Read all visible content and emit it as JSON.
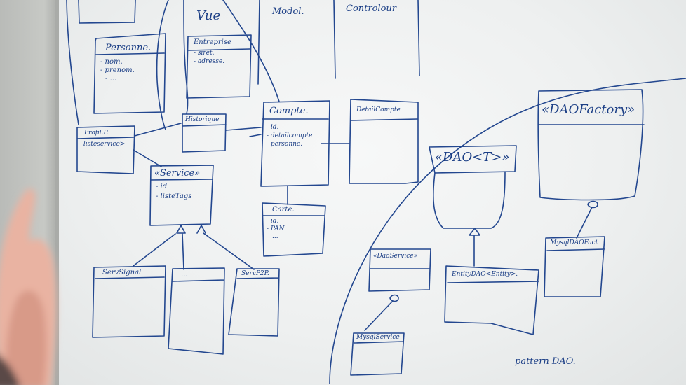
{
  "headings": {
    "vue": "Vue",
    "modele": "Modol.",
    "controleur": "Controlour"
  },
  "classes": {
    "personne": {
      "name": "Personne.",
      "attrs": [
        "- nom.",
        "- prenom.",
        "- ..."
      ]
    },
    "entreprise": {
      "name": "Entreprise",
      "attrs": [
        "- siret.",
        "- adresse."
      ]
    },
    "profil": {
      "name": "Profil.P.",
      "attrs": [
        "- listeservice>"
      ]
    },
    "historique": {
      "name": "Historique"
    },
    "service": {
      "name": "«Service»",
      "attrs": [
        "- id",
        "- listeTags"
      ]
    },
    "compte": {
      "name": "Compte.",
      "attrs": [
        "- id.",
        "- detailcompte",
        "- personne."
      ]
    },
    "detailcompte": {
      "name": "DetailCompte"
    },
    "carte": {
      "name": "Carte.",
      "attrs": [
        "- id.",
        "- PAN.",
        "..."
      ]
    },
    "servsignal": {
      "name": "ServSignal"
    },
    "etc": {
      "name": "..."
    },
    "servp2p": {
      "name": "ServP2P."
    },
    "daot": {
      "name": "«DAO<T>»"
    },
    "daofactory": {
      "name": "«DAOFactory»"
    },
    "daoservice": {
      "name": "«DaoService»"
    },
    "mysqlservice": {
      "name": "MysqlService"
    },
    "entitydao": {
      "name": "EntityDAO<Entity>."
    },
    "mysqlfactory": {
      "name": "MysqlDAOFact"
    }
  },
  "footer": {
    "pattern": "pattern DAO."
  },
  "ink_color": "#1c3f86"
}
